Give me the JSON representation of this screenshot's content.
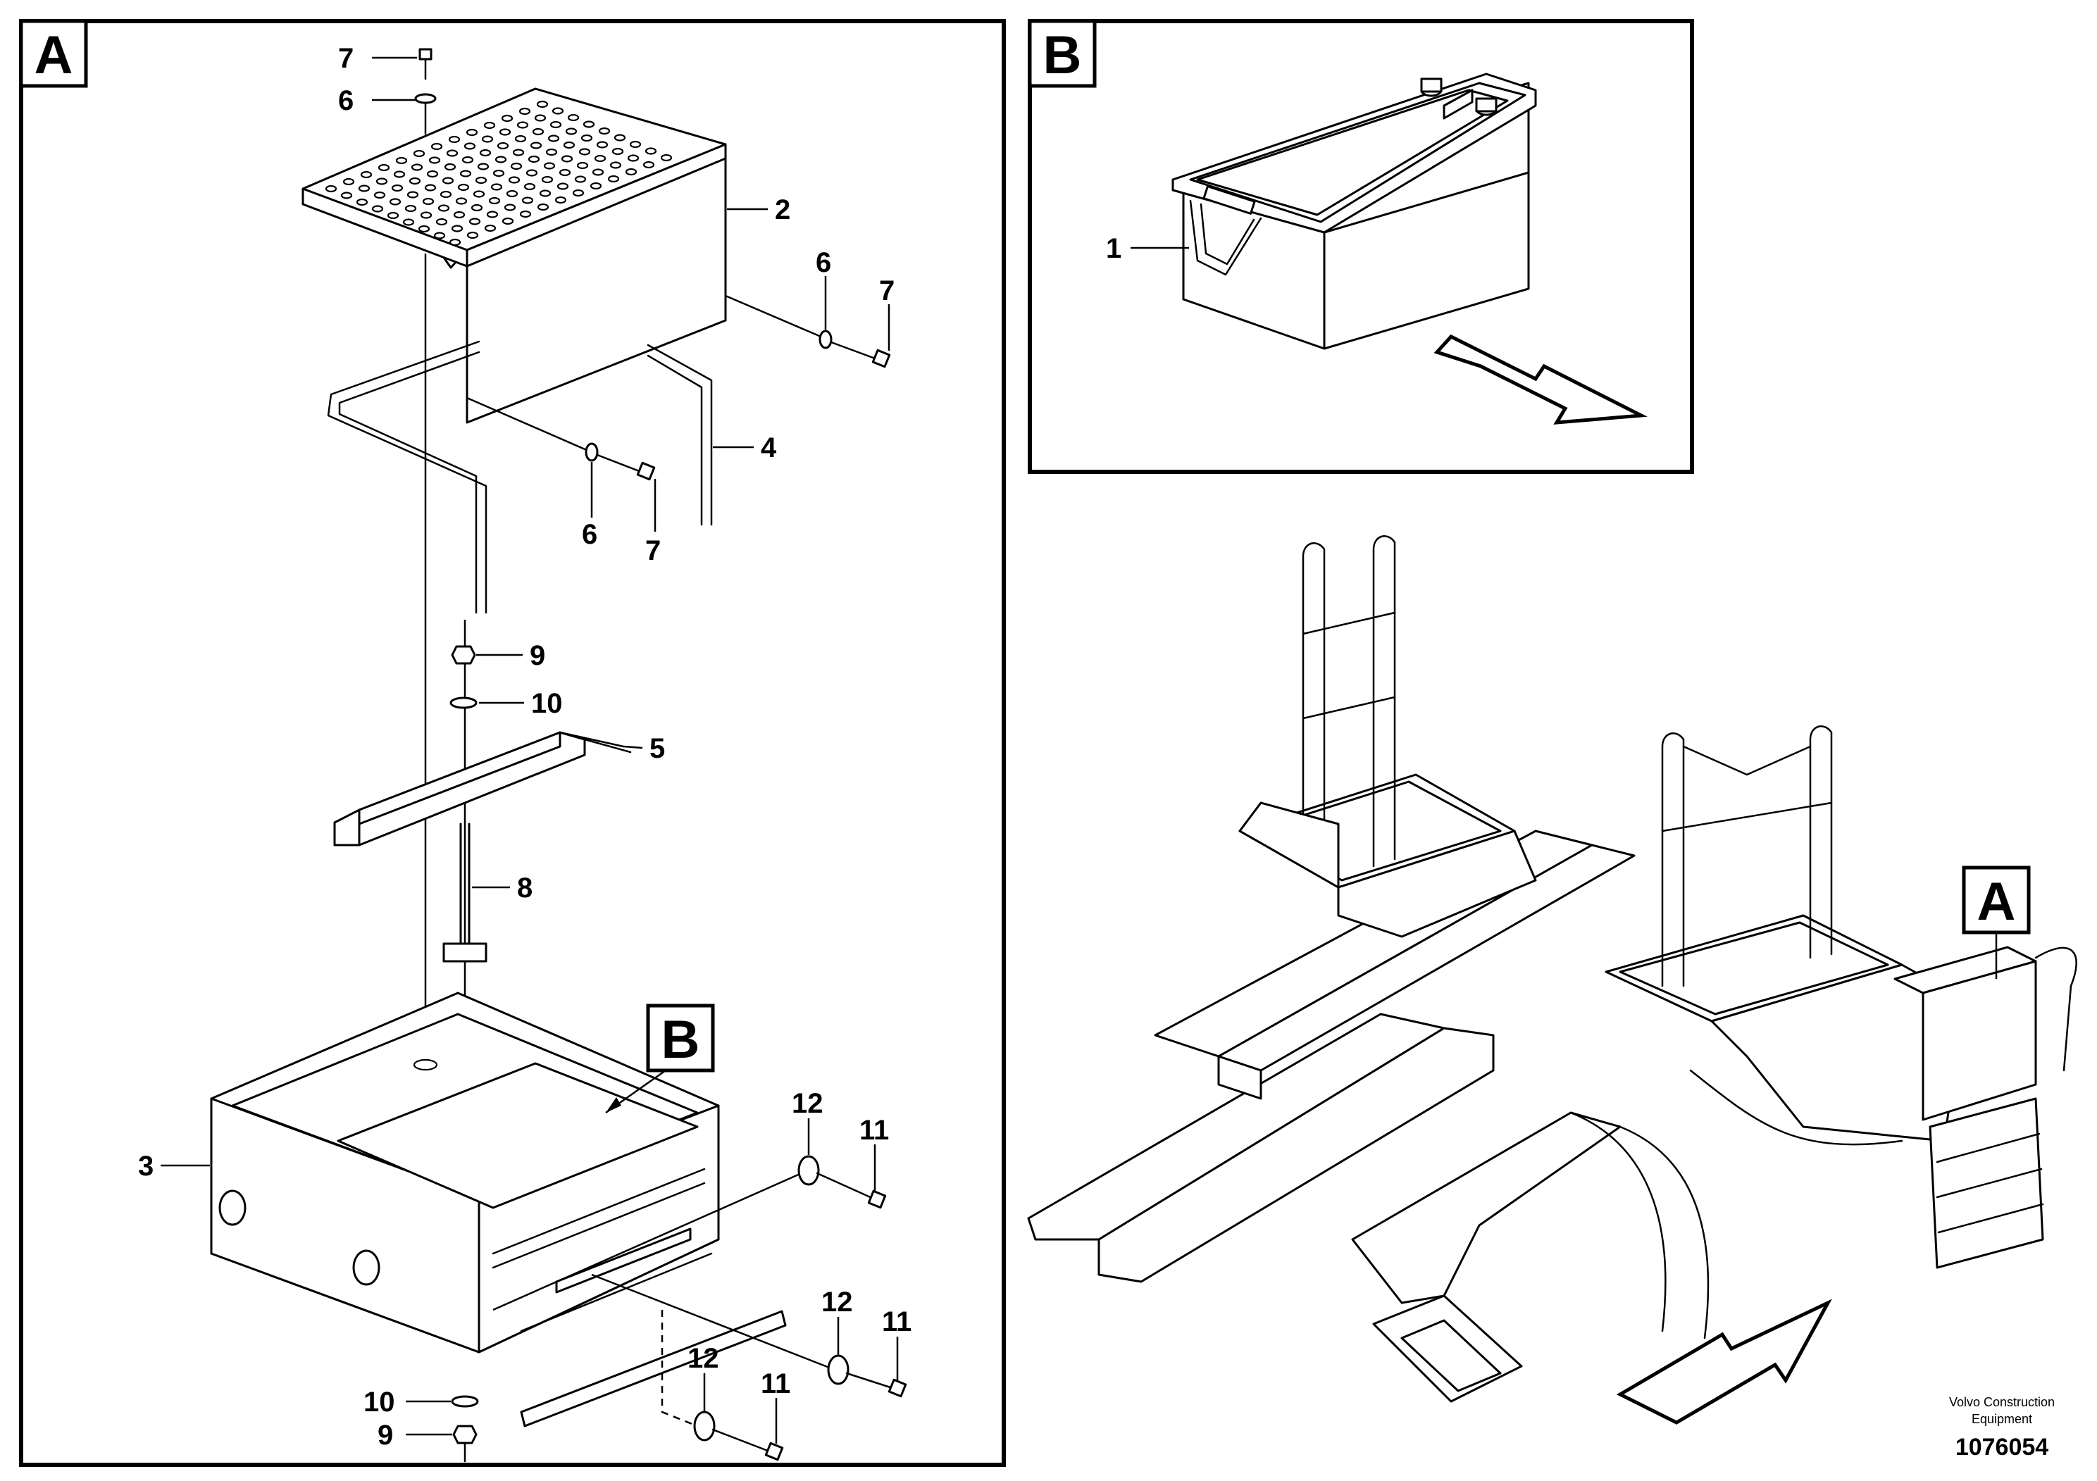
{
  "panels": {
    "a": {
      "tag": "A"
    },
    "b": {
      "tag": "B"
    },
    "overview_tag": "A",
    "detail_ref_tag": "B"
  },
  "callouts": {
    "a_7_top": "7",
    "a_6_top": "6",
    "a_2": "2",
    "a_6_right": "6",
    "a_7_right": "7",
    "a_4": "4",
    "a_6_mid": "6",
    "a_7_mid": "7",
    "a_9_top": "9",
    "a_10_top": "10",
    "a_5": "5",
    "a_8": "8",
    "a_3": "3",
    "a_12_a": "12",
    "a_11_a": "11",
    "a_12_b": "12",
    "a_11_b": "11",
    "a_12_c": "12",
    "a_11_c": "11",
    "a_10_bot": "10",
    "a_9_bot": "9",
    "b_1": "1"
  },
  "footer": {
    "manufacturer_line1": "Volvo Construction",
    "manufacturer_line2": "Equipment",
    "document_number": "1076054"
  }
}
